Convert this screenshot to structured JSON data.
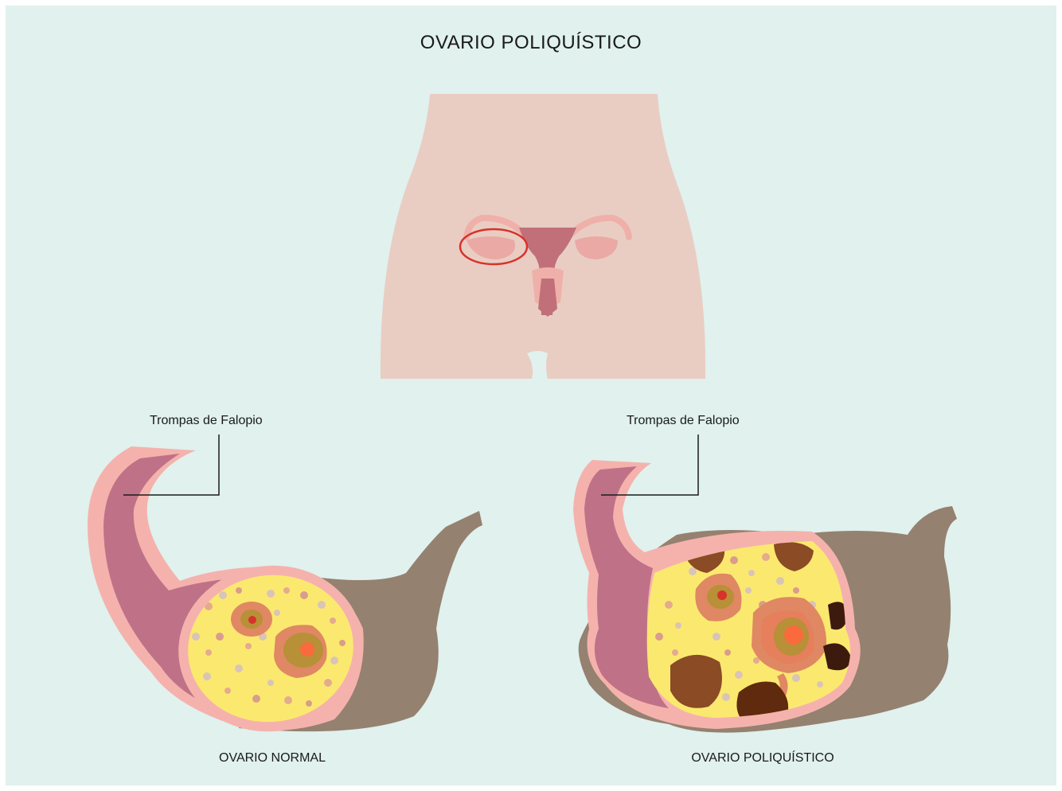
{
  "diagram": {
    "title": "OVARIO POLIQUÍSTICO",
    "normal": {
      "callout": "Trompas de Falopio",
      "caption": "OVARIO NORMAL"
    },
    "polycystic": {
      "callout": "Trompas de Falopio",
      "caption": "OVARIO POLIQUÍSTICO"
    }
  },
  "colors": {
    "background": "#e0f1ee",
    "body_skin": "#e9cdc3",
    "uterus": "#c1707a",
    "organ_light": "#f0b0aa",
    "highlight_circle": "#d8322a",
    "tube_wall": "#f5b2ad",
    "tube_lumen": "#bf7287",
    "ligament": "#958170",
    "ovary_stroma": "#fbe96f",
    "follicle_outer": "#df8863",
    "follicle_inner": "#b79038",
    "follicle_core": "#fb6a3c",
    "cyst_dark": "#8a4b25",
    "cyst_darker": "#3d1a0e",
    "callout_line": "#1a1a1a"
  }
}
